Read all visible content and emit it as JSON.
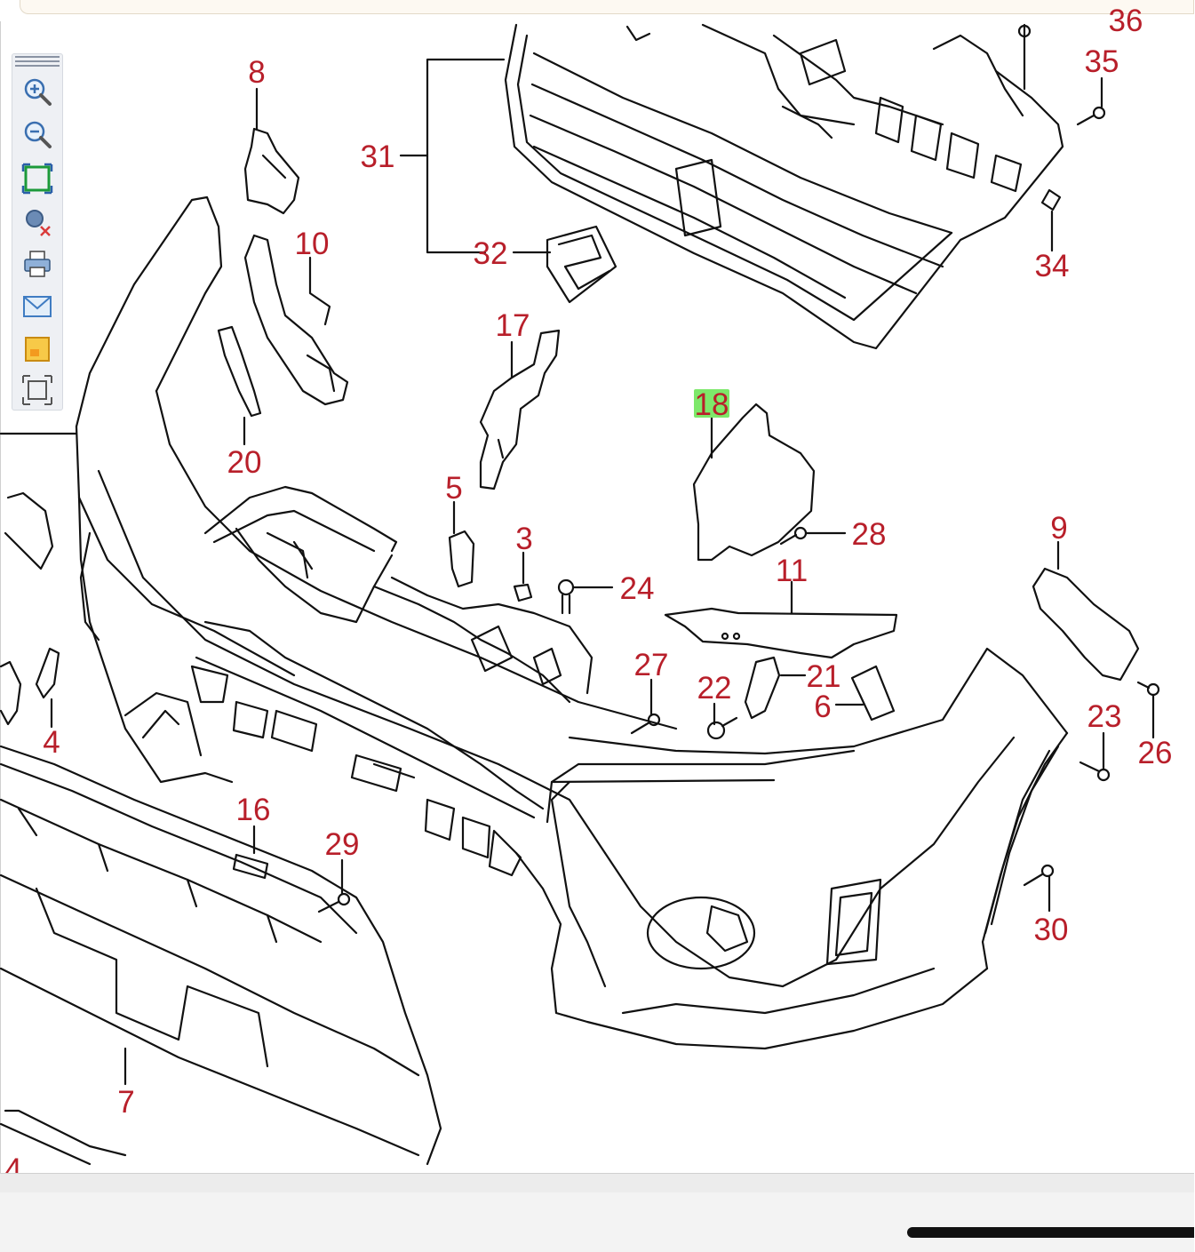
{
  "toolbar": {
    "tools": [
      {
        "name": "zoom-in-icon"
      },
      {
        "name": "zoom-out-icon"
      },
      {
        "name": "fit-to-window-icon"
      },
      {
        "name": "clear-selection-icon"
      },
      {
        "name": "print-icon"
      },
      {
        "name": "email-icon"
      },
      {
        "name": "note-icon"
      },
      {
        "name": "full-extent-icon"
      }
    ]
  },
  "diagram": {
    "highlight_color": "#7de86a",
    "label_color": "#b81f2a",
    "part_labels": {
      "p3": "3",
      "p4a": "4",
      "p4b": "4",
      "p5": "5",
      "p6": "6",
      "p7": "7",
      "p8": "8",
      "p9": "9",
      "p10": "10",
      "p11": "11",
      "p16": "16",
      "p17": "17",
      "p18": "18",
      "p20": "20",
      "p21": "21",
      "p22": "22",
      "p23": "23",
      "p24": "24",
      "p26": "26",
      "p27": "27",
      "p28": "28",
      "p29": "29",
      "p30": "30",
      "p31": "31",
      "p32": "32",
      "p34": "34",
      "p35": "35",
      "p36": "36"
    },
    "highlighted_part": "18"
  }
}
